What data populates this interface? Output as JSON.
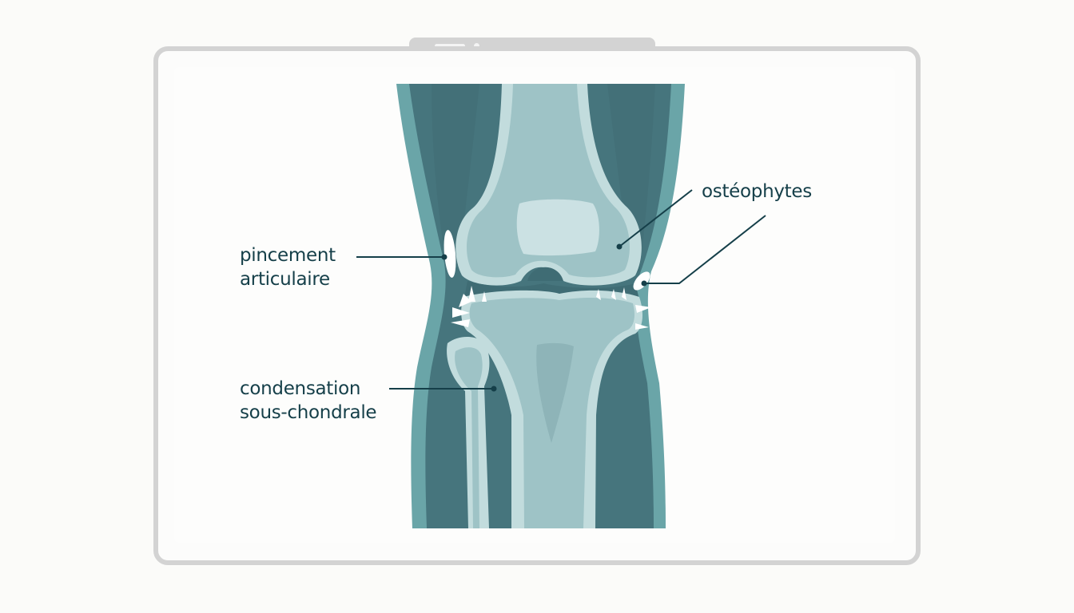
{
  "diagram": {
    "subject": "knee joint radiograph illustration (osteoarthritis)",
    "labels": {
      "joint_space_narrowing": {
        "line1": "pincement",
        "line2": "articulaire"
      },
      "osteophytes": "ostéophytes",
      "subchondral_sclerosis": {
        "line1": "condensation",
        "line2": "sous-chondrale"
      }
    },
    "colors": {
      "label_text": "#153f49",
      "leader_line": "#153f49",
      "soft_tissue_outer": "#6aa5a8",
      "soft_tissue_inner": "#46757d",
      "bone": "#9ec3c6",
      "bone_cortex": "#c2dcdd",
      "patella": "#cfe4e5",
      "osteophyte": "#ffffff",
      "frame": "#d3d3d3",
      "background": "#fbfbf9"
    }
  }
}
